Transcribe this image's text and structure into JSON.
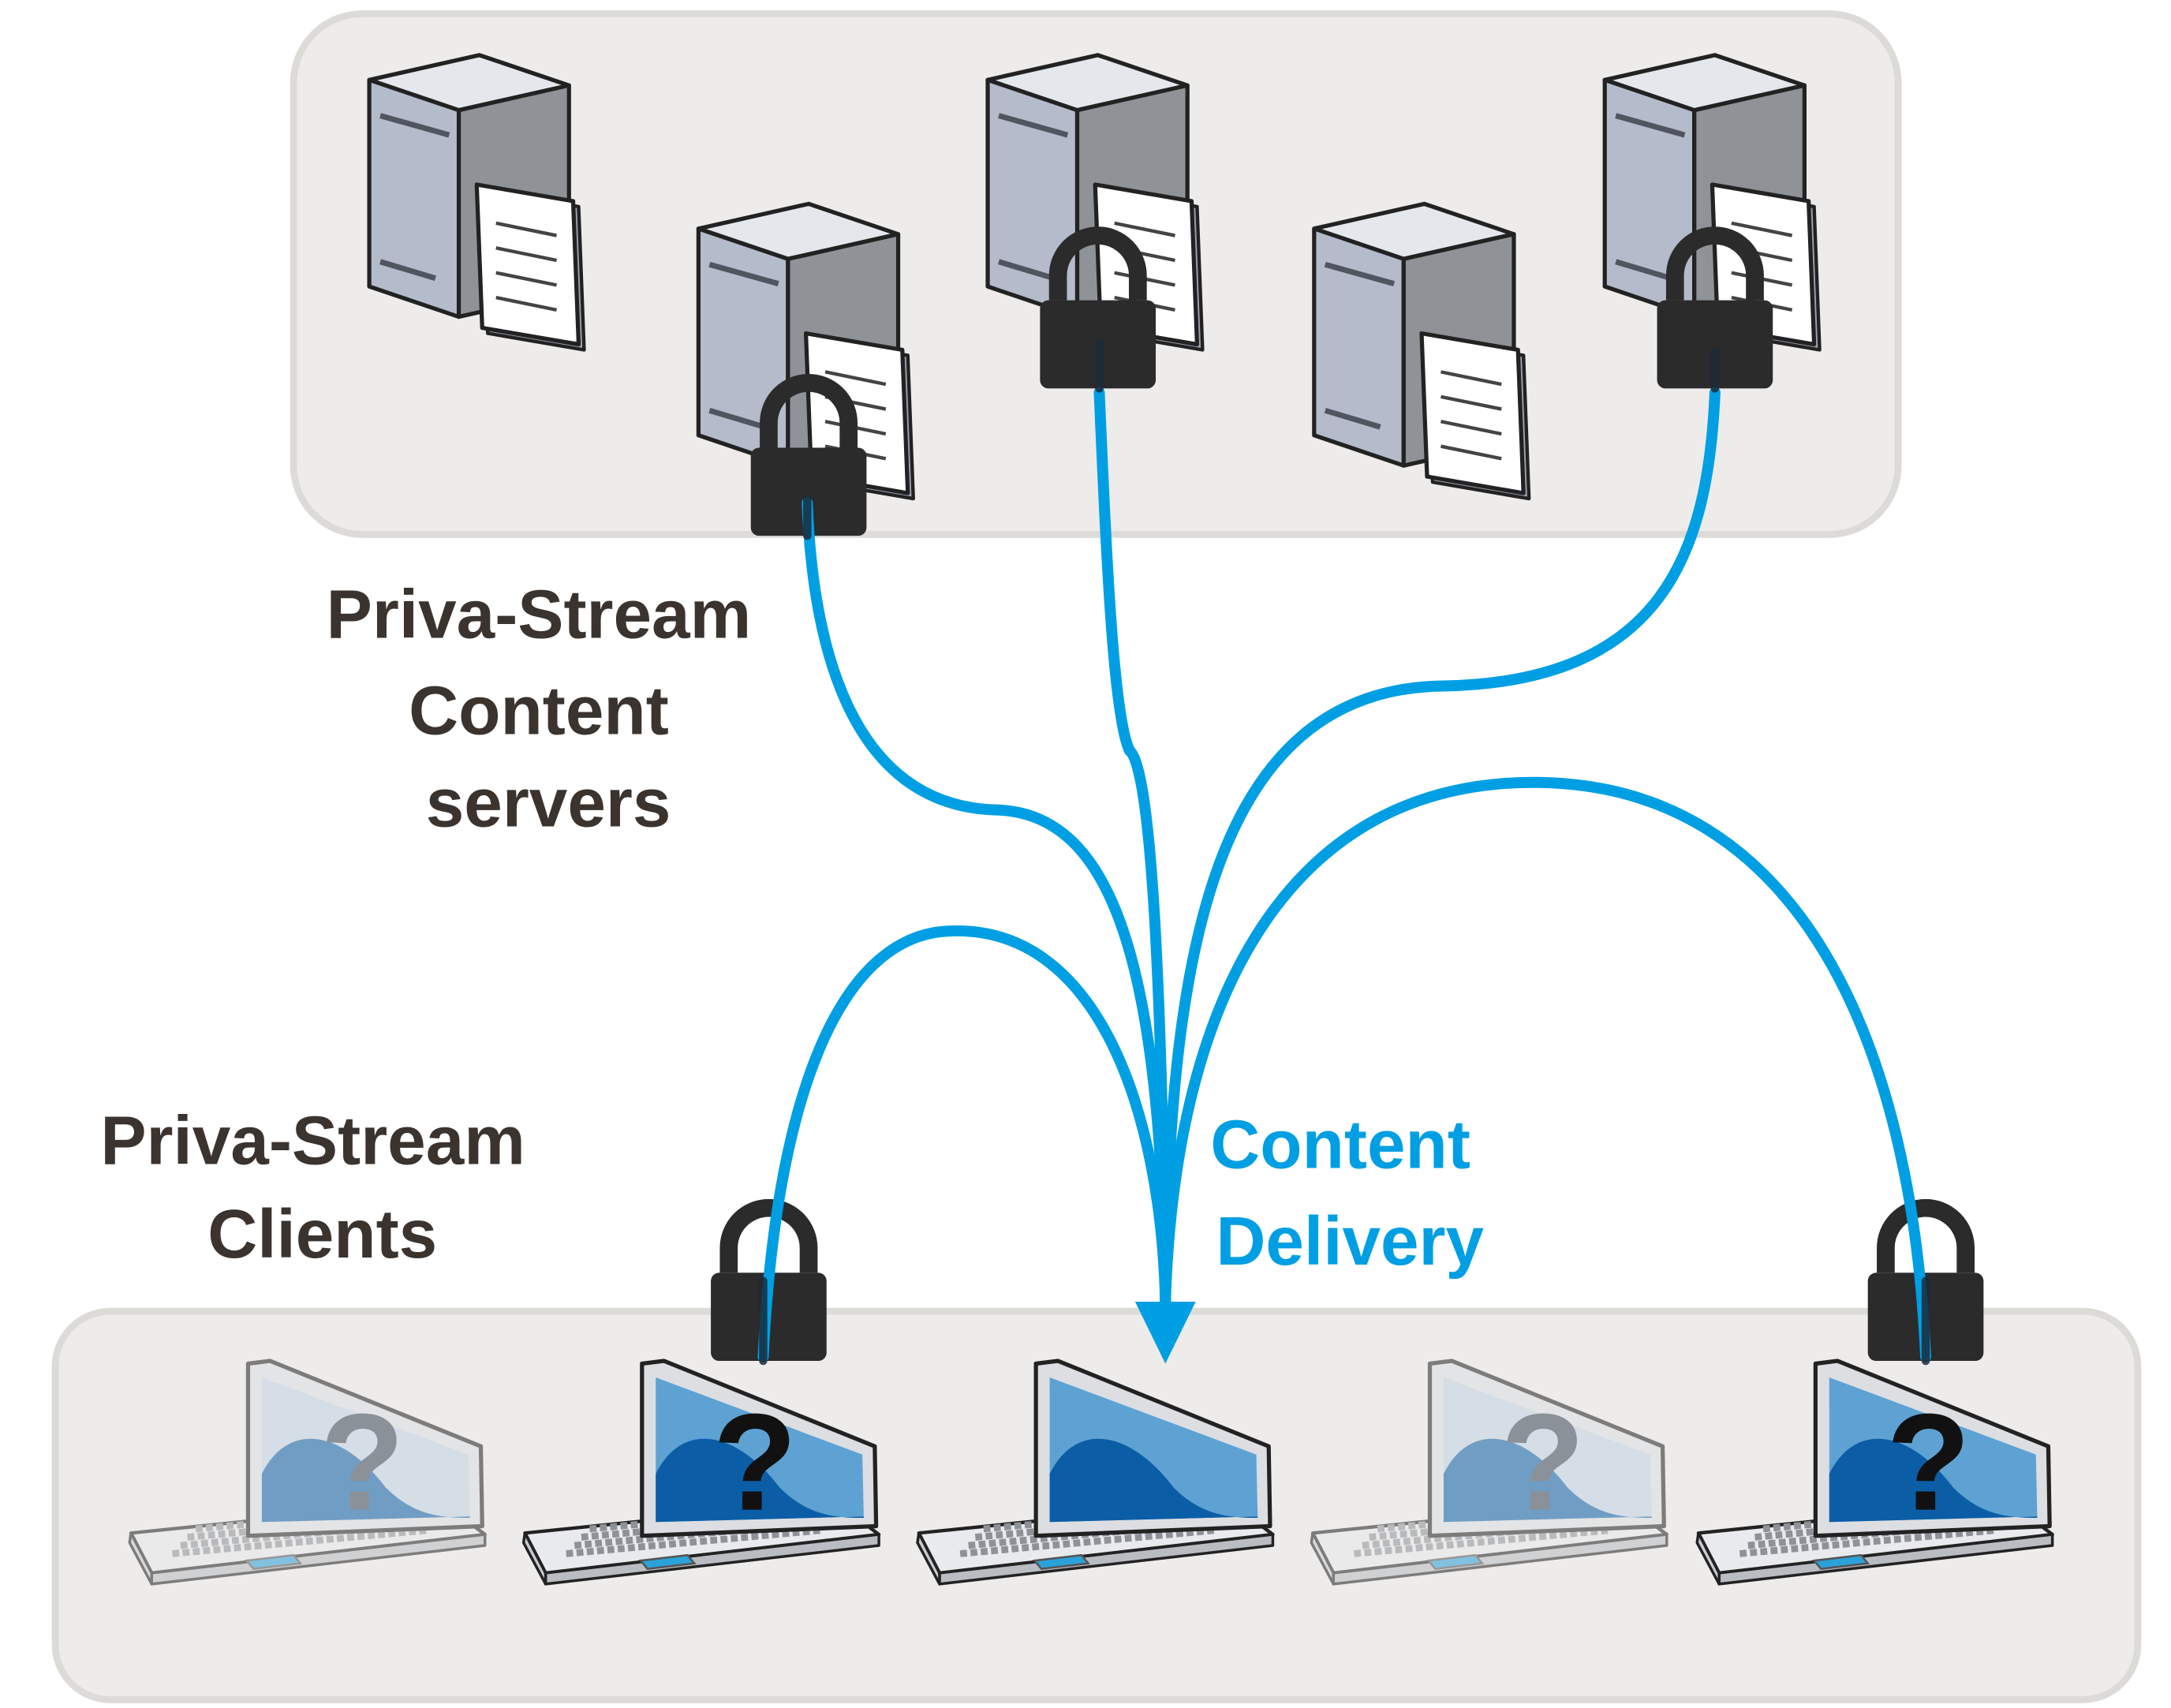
{
  "labels": {
    "servers": [
      "Priva-Stream",
      "Content",
      "servers"
    ],
    "clients": [
      "Priva-Stream",
      "Clients"
    ],
    "delivery": [
      "Content",
      "Delivery"
    ]
  },
  "colors": {
    "panel_fill": "#edecea",
    "panel_stroke": "#dcdbd8",
    "flow": "#009fe3",
    "label_text": "#3b332e",
    "lock": "#2b2b2b",
    "screen_blue": "#0b5ea6",
    "screen_light": "#c3d4e3"
  },
  "servers": [
    {
      "document": true,
      "locked": false
    },
    {
      "document": true,
      "locked": true
    },
    {
      "document": true,
      "locked": true
    },
    {
      "document": true,
      "locked": false
    },
    {
      "document": true,
      "locked": true
    }
  ],
  "clients": [
    {
      "state": "faded",
      "question_mark": "?",
      "locked": false
    },
    {
      "state": "locked",
      "question_mark": "?",
      "locked": true
    },
    {
      "state": "access",
      "question_mark": "",
      "locked": false
    },
    {
      "state": "faded",
      "question_mark": "?",
      "locked": false
    },
    {
      "state": "locked",
      "question_mark": "?",
      "locked": true
    }
  ]
}
